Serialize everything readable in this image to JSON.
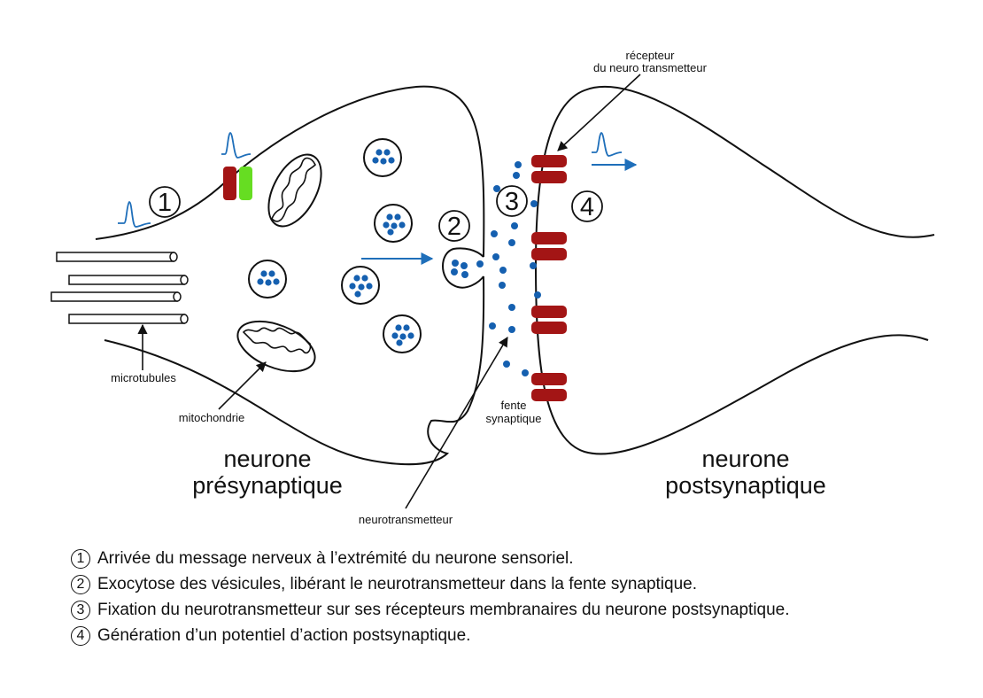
{
  "diagram": {
    "labels": {
      "recepteur_line1": "récepteur",
      "recepteur_line2": "du neuro transmetteur",
      "microtubules": "microtubules",
      "mitochondrie": "mitochondrie",
      "fente_line1": "fente",
      "fente_line2": "synaptique",
      "neurotransmetteur": "neurotransmetteur",
      "pre_line1": "neurone",
      "pre_line2": "présynaptique",
      "post_line1": "neurone",
      "post_line2": "postsynaptique"
    },
    "step_markers": [
      "1",
      "2",
      "3",
      "4"
    ],
    "colors": {
      "receptor": "#a31515",
      "channel_red": "#a31515",
      "channel_green": "#66dd22",
      "neurotransmitter": "#1560b0",
      "signal": "#1f6fba",
      "outline": "#111111"
    }
  },
  "legend": [
    {
      "num": "1",
      "text": "Arrivée du message nerveux à l’extrémité du neurone sensoriel."
    },
    {
      "num": "2",
      "text": "Exocytose des vésicules, libérant le neurotransmetteur dans la fente synaptique."
    },
    {
      "num": "3",
      "text": "Fixation du neurotransmetteur sur ses récepteurs membranaires du neurone postsynaptique."
    },
    {
      "num": "4",
      "text": "Génération d’un potentiel d’action postsynaptique."
    }
  ]
}
